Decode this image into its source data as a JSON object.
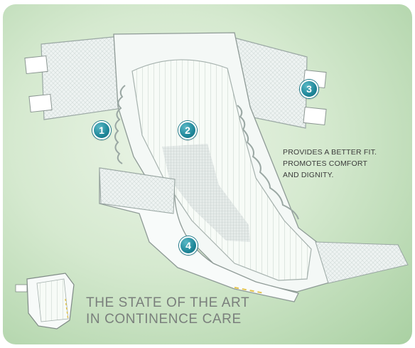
{
  "markers": [
    {
      "label": "1"
    },
    {
      "label": "2"
    },
    {
      "label": "3"
    },
    {
      "label": "4"
    }
  ],
  "tagline": {
    "line1": "PROVIDES A BETTER FIT.",
    "line2": "PROMOTES COMFORT",
    "line3": "AND DIGNITY."
  },
  "headline": {
    "line1": "THE STATE OF THE ART",
    "line2": "IN CONTINENCE CARE"
  },
  "colors": {
    "background": "#c9e2c2",
    "marker": "#1f8799",
    "headline_text": "#7a7f7c"
  }
}
